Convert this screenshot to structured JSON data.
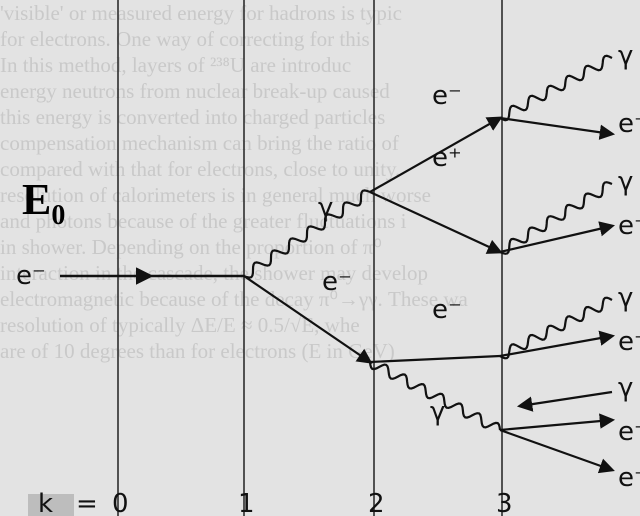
{
  "background_text": [
    "'visible' or measured energy for hadrons is typic",
    "for electrons. One way of correcting for this",
    "In this method, layers of ²³⁸U are introduc",
    "energy neutrons from nuclear break-up caused",
    "this energy is converted into charged particles",
    "compensation mechanism can bring the ratio of",
    "compared with that for electrons, close to unity.",
    "resolution of calorimeters is in general much worse",
    "and photons because of the greater fluctuations i",
    "in shower. Depending on the proportion of π⁰",
    "interaction in the cascade, the shower may develop",
    "electromagnetic because of the decay π⁰→γγ. These wa",
    "resolution of typically ΔE/E ≈ 0.5/√E, whe",
    "are of 10 degrees than for electrons (E in GeV)"
  ],
  "diagram": {
    "energy_label": {
      "main": "E",
      "sub": "0"
    },
    "k_label": "k",
    "equals": "=",
    "generations": [
      "0",
      "1",
      "2",
      "3"
    ],
    "particles": {
      "incoming": "e⁻",
      "gen1_photon": "γ",
      "gen1_electron": "e⁻",
      "gen2_electron": "e⁻",
      "gen2_positron": "e⁺",
      "gen2_low_electron": "e⁻",
      "gen2_low_photon": "γ",
      "gen3_list": [
        "γ",
        "e⁻",
        "γ",
        "e⁻",
        "γ",
        "e⁺",
        "γ",
        "e⁺",
        "e⁻"
      ]
    }
  }
}
